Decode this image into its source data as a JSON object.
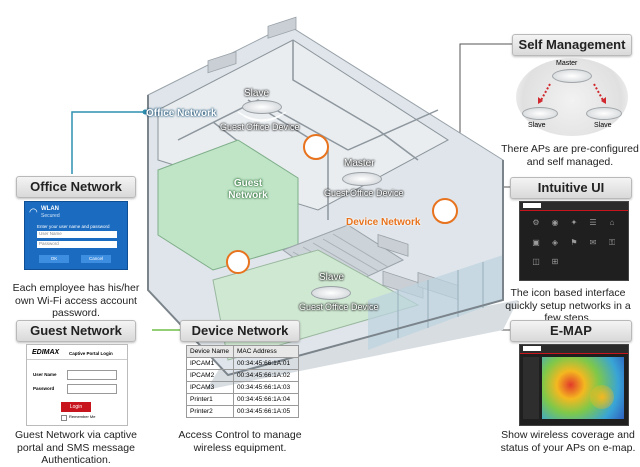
{
  "colors": {
    "accent_orange": "#e8731e",
    "line_teal": "#2e8fb0",
    "line_green": "#6fbf4a",
    "panel_blue": "#1b6cc1"
  },
  "building": {
    "office_network_label": "Office Network",
    "guest_network_label": "Guest Network",
    "device_network_label": "Device Network",
    "ap_slave_top": {
      "title": "Slave",
      "sub": [
        "Guest",
        "Office",
        "Device"
      ]
    },
    "ap_master": {
      "title": "Master",
      "sub": [
        "Guest",
        "Office",
        "Device"
      ]
    },
    "ap_slave_bottom": {
      "title": "Slave",
      "sub": [
        "Guest",
        "Office",
        "Device"
      ]
    }
  },
  "office_network": {
    "header": "Office Network",
    "login": {
      "title": "WLAN",
      "subtitle": "Secured",
      "prompt": "Enter your user name and password",
      "user_placeholder": "User Name",
      "password_placeholder": "Password",
      "ok": "OK",
      "cancel": "Cancel"
    },
    "caption": "Each employee has his/her own Wi-Fi access account password."
  },
  "guest_network": {
    "header": "Guest Network",
    "portal": {
      "logo": "EDIMAX",
      "title": "Captive Portal Login",
      "user_label": "User Name",
      "password_label": "Password",
      "login_button": "Login",
      "remember": "Remember Me"
    },
    "caption": "Guest Network via captive portal and SMS message Authentication."
  },
  "device_network": {
    "header": "Device Network",
    "table": {
      "columns": [
        "Device Name",
        "MAC Address"
      ],
      "rows": [
        [
          "IPCAM1",
          "00:34:45:66:1A:01"
        ],
        [
          "IPCAM2",
          "00:34:45:66:1A:02"
        ],
        [
          "IPCAM3",
          "00:34:45:66:1A:03"
        ],
        [
          "Printer1",
          "00:34:45:66:1A:04"
        ],
        [
          "Printer2",
          "00:34:45:66:1A:05"
        ]
      ]
    },
    "caption": "Access Control to manage wireless equipment."
  },
  "self_management": {
    "header": "Self Management",
    "diagram": {
      "master": "Master",
      "slave_left": "Slave",
      "slave_right": "Slave"
    },
    "caption": "There APs are pre-configured and self managed."
  },
  "intuitive_ui": {
    "header": "Intuitive UI",
    "caption": "The icon based interface quickly setup networks in a few steps."
  },
  "emap": {
    "header": "E-MAP",
    "caption": "Show wireless coverage and status of your APs on e-map."
  }
}
